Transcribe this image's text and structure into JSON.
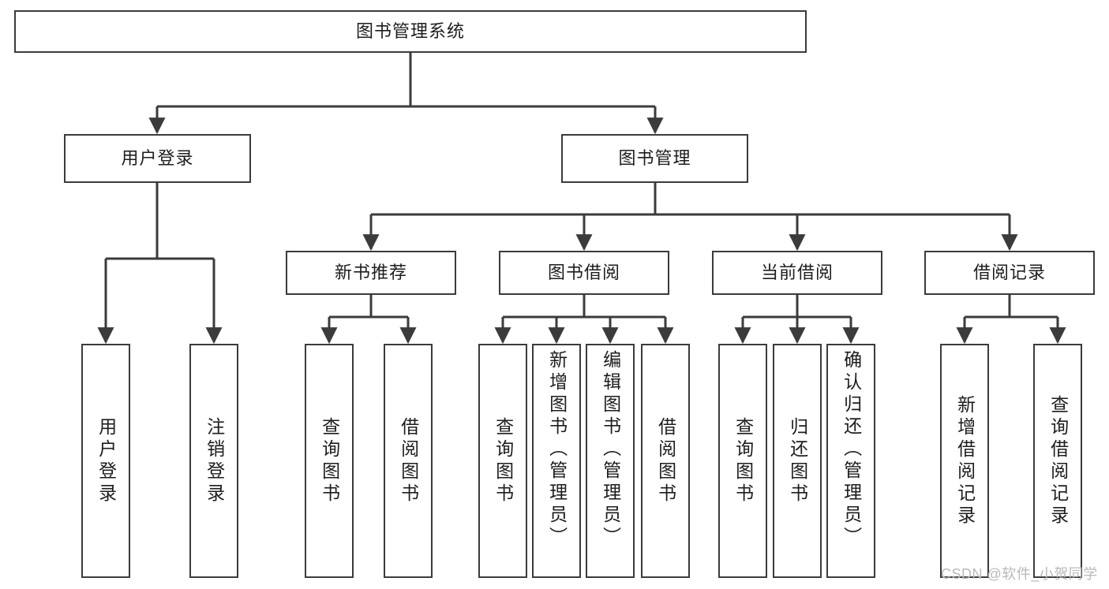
{
  "diagram": {
    "title": "图书管理系统",
    "type": "tree-hierarchy-diagram",
    "colors": {
      "box_border": "#3b3b3b",
      "box_fill": "#ffffff",
      "connector": "#3b3b3b",
      "text": "#1d1d1d",
      "watermark": "#b9b9b9"
    },
    "nodes": {
      "root": {
        "label": "图书管理系统"
      },
      "level2": [
        {
          "id": "user-login",
          "label": "用户登录"
        },
        {
          "id": "book-management",
          "label": "图书管理"
        }
      ],
      "level3": [
        {
          "id": "new-book-recommend",
          "label": "新书推荐"
        },
        {
          "id": "book-borrow",
          "label": "图书借阅"
        },
        {
          "id": "current-borrow",
          "label": "当前借阅"
        },
        {
          "id": "borrow-record",
          "label": "借阅记录"
        }
      ],
      "leaves": {
        "user-login": [
          {
            "id": "leaf-user-login",
            "label": "用户登录",
            "align": "centered"
          },
          {
            "id": "leaf-user-logout",
            "label": "注销登录",
            "align": "centered"
          }
        ],
        "new-book-recommend": [
          {
            "id": "leaf-query-book-1",
            "label": "查询图书",
            "align": "centered"
          },
          {
            "id": "leaf-borrow-book-1",
            "label": "借阅图书",
            "align": "centered"
          }
        ],
        "book-borrow": [
          {
            "id": "leaf-query-book-2",
            "label": "查询图书",
            "align": "centered"
          },
          {
            "id": "leaf-add-book-admin",
            "label": "新增图书（管理员）",
            "align": "top"
          },
          {
            "id": "leaf-edit-book-admin",
            "label": "编辑图书（管理员）",
            "align": "top"
          },
          {
            "id": "leaf-borrow-book-2",
            "label": "借阅图书",
            "align": "centered"
          }
        ],
        "current-borrow": [
          {
            "id": "leaf-query-book-3",
            "label": "查询图书",
            "align": "centered"
          },
          {
            "id": "leaf-return-book",
            "label": "归还图书",
            "align": "centered"
          },
          {
            "id": "leaf-confirm-return-admin",
            "label": "确认归还（管理员）",
            "align": "top"
          }
        ],
        "borrow-record": [
          {
            "id": "leaf-add-borrow-record",
            "label": "新增借阅记录",
            "align": "centered"
          },
          {
            "id": "leaf-query-borrow-record",
            "label": "查询借阅记录",
            "align": "centered"
          }
        ]
      }
    },
    "watermark": "CSDN @软件_小贺同学"
  }
}
